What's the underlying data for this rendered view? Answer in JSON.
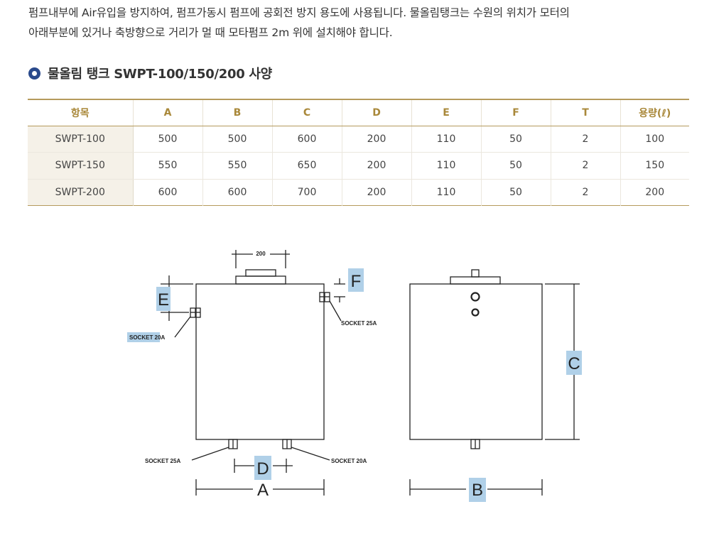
{
  "intro": {
    "line1": "펌프내부에 Air유입을 방지하여, 펌프가동시 펌프에 공회전 방지 용도에 사용됩니다. 물올림탱크는 수원의 위치가 모터의",
    "line2": "아래부분에 있거나 축방향으로 거리가 멀 때 모타펌프 2m 위에 설치해야 합니다."
  },
  "section": {
    "title": "물올림 탱크 SWPT-100/150/200 사양"
  },
  "table": {
    "headers": [
      "항목",
      "A",
      "B",
      "C",
      "D",
      "E",
      "F",
      "T",
      "용량(ℓ)"
    ],
    "rows": [
      [
        "SWPT-100",
        "500",
        "500",
        "600",
        "200",
        "110",
        "50",
        "2",
        "100"
      ],
      [
        "SWPT-150",
        "550",
        "550",
        "650",
        "200",
        "110",
        "50",
        "2",
        "150"
      ],
      [
        "SWPT-200",
        "600",
        "600",
        "700",
        "200",
        "110",
        "50",
        "2",
        "200"
      ]
    ]
  },
  "diagram": {
    "dim_200": "200",
    "label_e": "E",
    "label_f": "F",
    "label_c": "C",
    "label_d": "D",
    "label_a": "A",
    "label_b": "B",
    "socket_20a_left": "SOCKET 20A",
    "socket_25a_right": "SOCKET 25A",
    "socket_25a_bottom": "SOCKET 25A",
    "socket_20a_bottom": "SOCKET 20A",
    "highlight_color": "#b0d0e8"
  }
}
